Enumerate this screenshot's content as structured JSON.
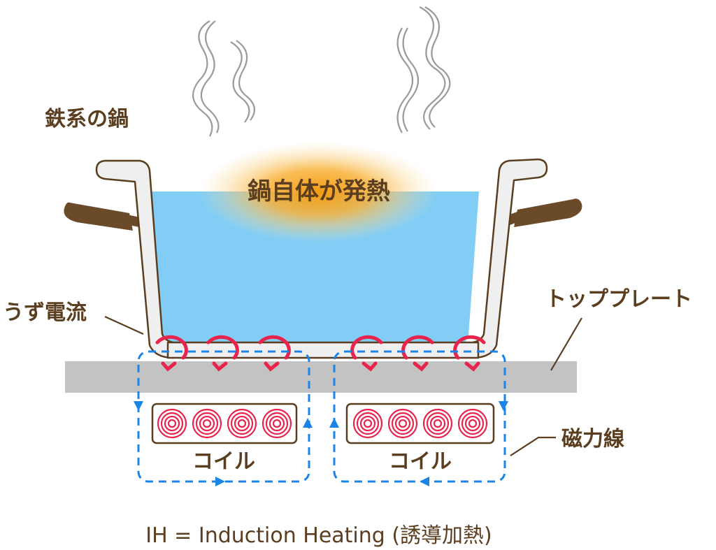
{
  "labels": {
    "pot": "鉄系の鍋",
    "heat": "鍋自体が発熱",
    "eddy": "うず電流",
    "top_plate": "トッププレート",
    "magnetic": "磁力線",
    "coil_left": "コイル",
    "coil_right": "コイル",
    "footer": "IH = Induction Heating (誘導加熱)"
  },
  "colors": {
    "water": "#82cdf5",
    "pot_body": "#efefef",
    "pot_outline": "#5a3e1f",
    "handle": "#6b4a2a",
    "plate": "#c3c3c3",
    "eddy": "#e8234c",
    "field": "#1a84e8",
    "steam": "#999999",
    "heat_glow": "#f6a21a",
    "text": "#5a3e1f"
  },
  "icons": [
    "steam-icon",
    "eddy-current-arrow-icon",
    "coil-icon",
    "field-arrow-icon"
  ]
}
